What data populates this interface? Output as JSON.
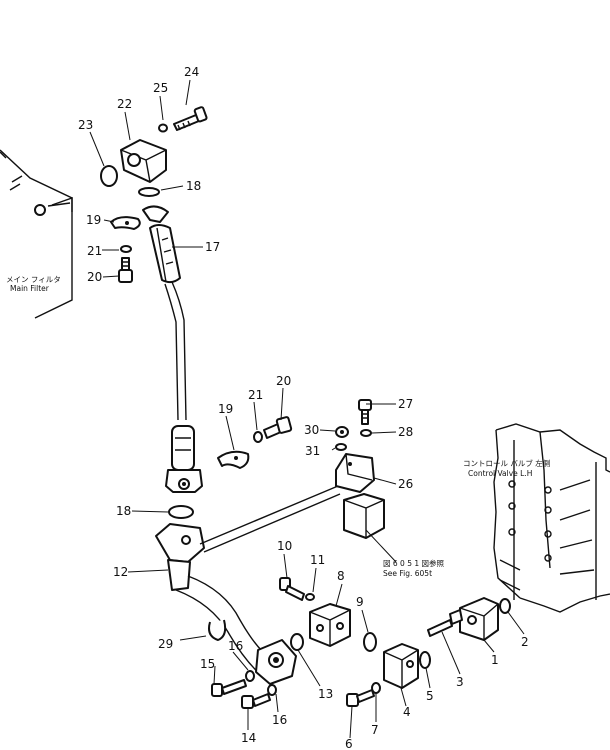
{
  "callouts": {
    "c1": "1",
    "c2": "2",
    "c3": "3",
    "c4": "4",
    "c5": "5",
    "c6": "6",
    "c7": "7",
    "c8": "8",
    "c9": "9",
    "c10": "10",
    "c11": "11",
    "c12": "12",
    "c13": "13",
    "c14": "14",
    "c15": "15",
    "c16a": "16",
    "c16b": "16",
    "c17": "17",
    "c18a": "18",
    "c18b": "18",
    "c19a": "19",
    "c19b": "19",
    "c20a": "20",
    "c20b": "20",
    "c21a": "21",
    "c21b": "21",
    "c22": "22",
    "c23": "23",
    "c24": "24",
    "c25": "25",
    "c26": "26",
    "c27": "27",
    "c28": "28",
    "c29": "29",
    "c30": "30",
    "c31": "31"
  },
  "notes": {
    "main_filter_jp": "メイン フィルタ",
    "main_filter_en": "Main Filter",
    "control_valve_jp": "コントロール バルブ 左側",
    "control_valve_en": "Control Valve L.H",
    "see_fig_jp": "図 6 0 5 1 図参照",
    "see_fig_en": "See Fig. 605t"
  }
}
